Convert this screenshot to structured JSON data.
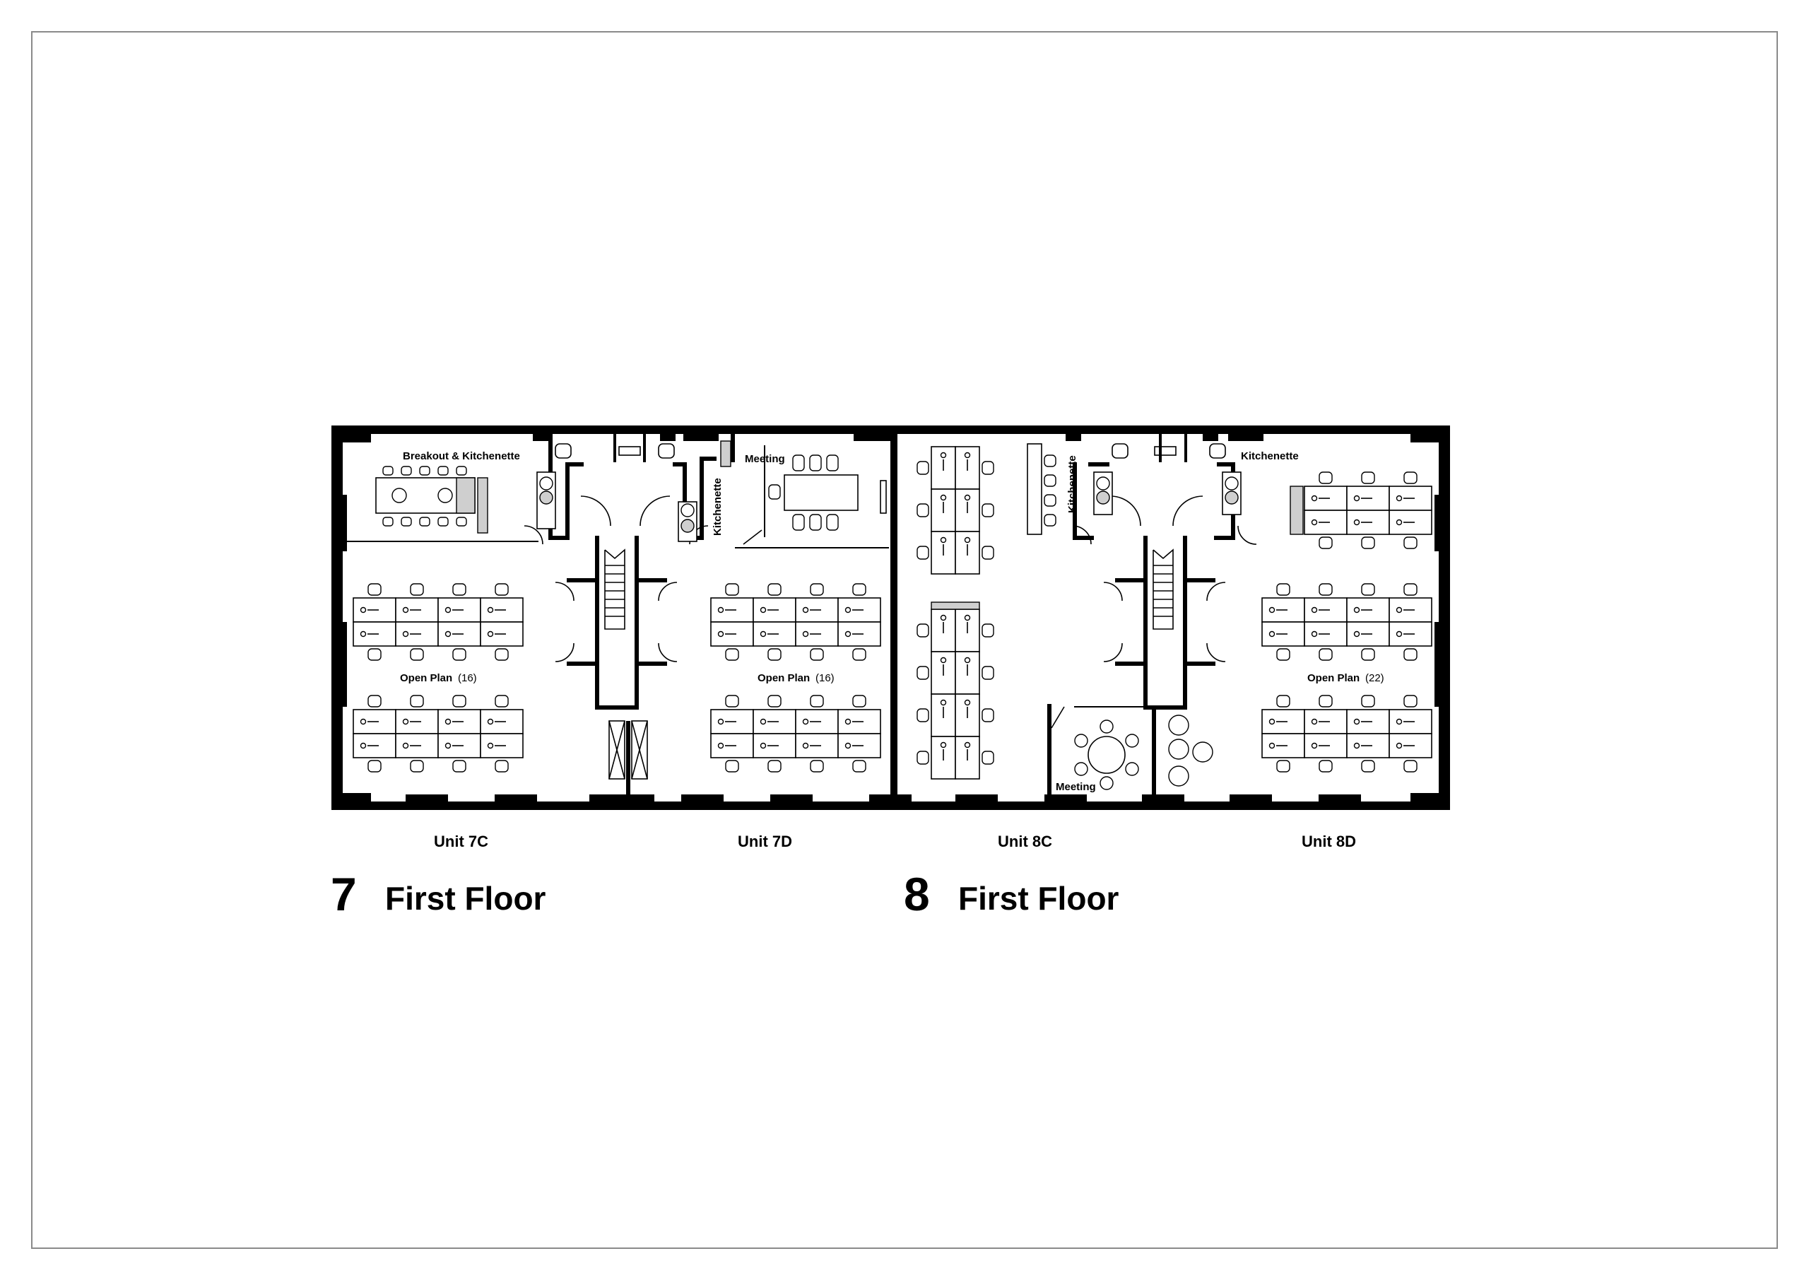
{
  "units": [
    {
      "id": "7C",
      "label": "Unit 7C"
    },
    {
      "id": "7D",
      "label": "Unit 7D"
    },
    {
      "id": "8C",
      "label": "Unit 8C"
    },
    {
      "id": "8D",
      "label": "Unit 8D"
    }
  ],
  "floors": [
    {
      "number": "7",
      "title": "First Floor"
    },
    {
      "number": "8",
      "title": "First Floor"
    }
  ],
  "rooms": {
    "breakout_7c": "Breakout & Kitchenette",
    "meeting_7d": "Meeting",
    "kitchenette_7d": "Kitchenette",
    "kitchenette_8c": "Kitchenette",
    "kitchenette_8d": "Kitchenette",
    "meeting_8c": "Meeting",
    "open_plan_7c": "Open Plan",
    "open_plan_7c_count": "(16)",
    "open_plan_7d": "Open Plan",
    "open_plan_7d_count": "(16)",
    "open_plan_8d": "Open Plan",
    "open_plan_8d_count": "(22)"
  }
}
